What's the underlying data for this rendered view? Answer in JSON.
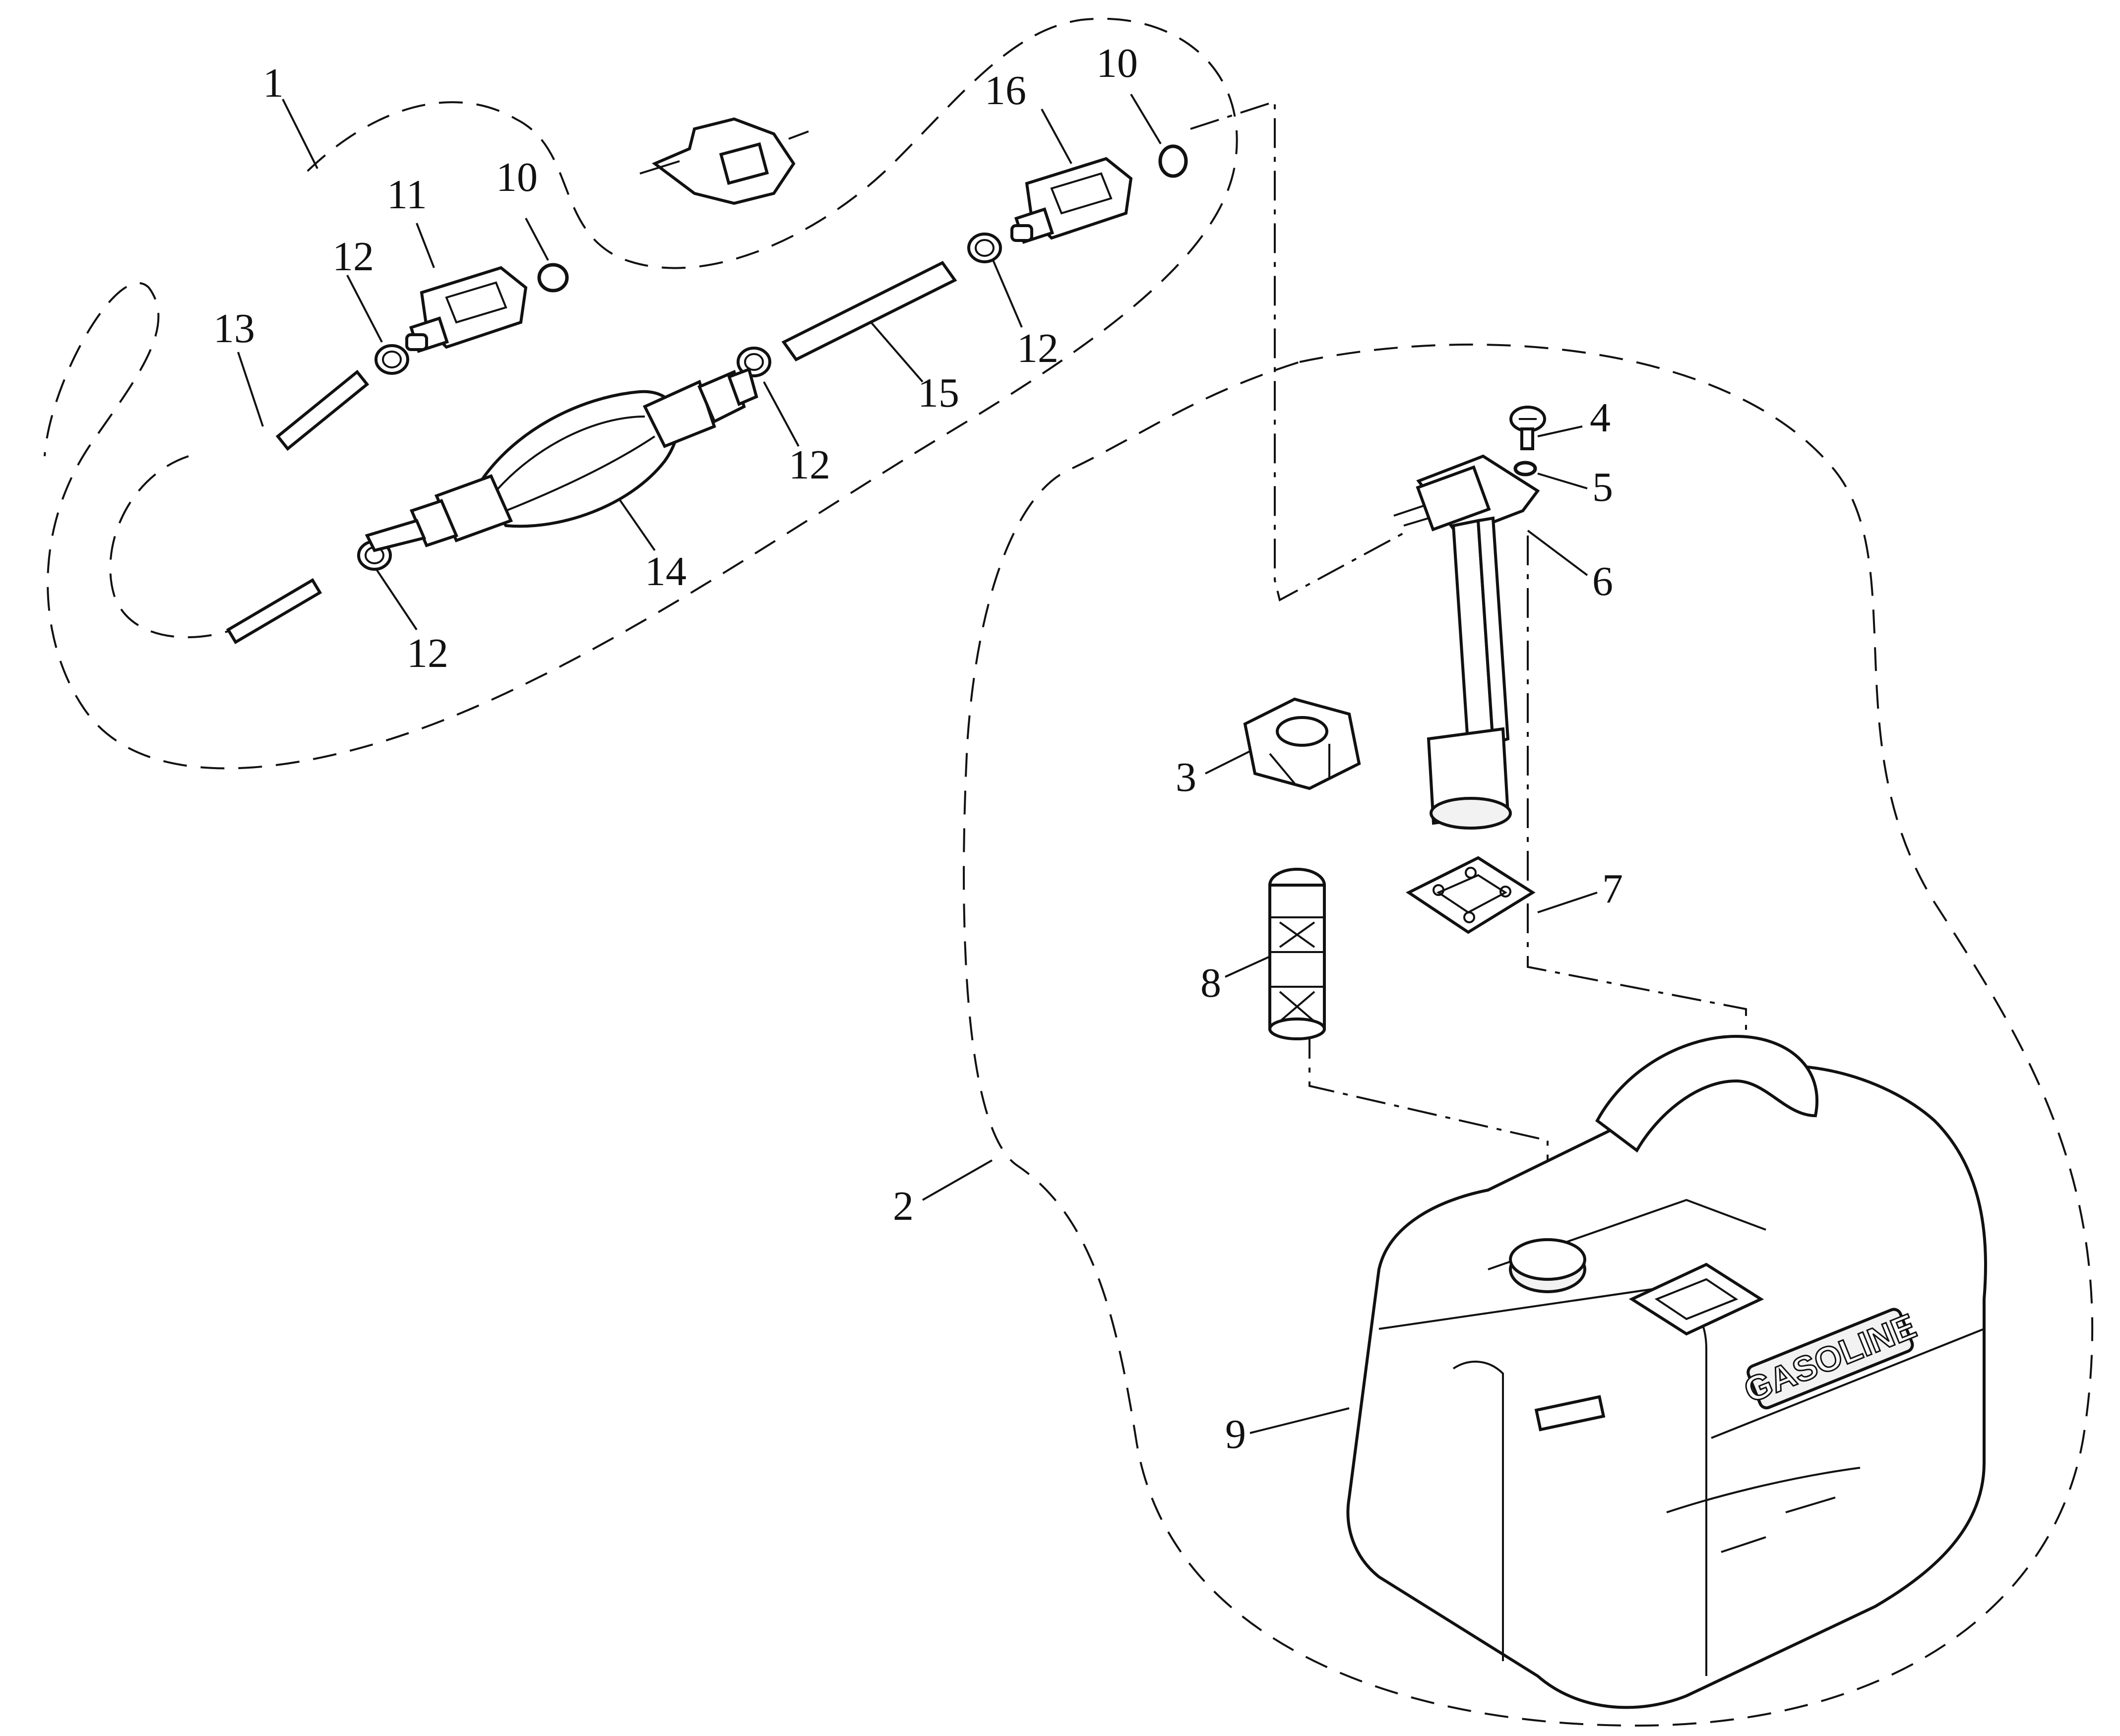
{
  "callouts": [
    {
      "id": "1",
      "text": "1"
    },
    {
      "id": "2",
      "text": "2"
    },
    {
      "id": "3",
      "text": "3"
    },
    {
      "id": "4",
      "text": "4"
    },
    {
      "id": "5",
      "text": "5"
    },
    {
      "id": "6",
      "text": "6"
    },
    {
      "id": "7",
      "text": "7"
    },
    {
      "id": "8",
      "text": "8"
    },
    {
      "id": "9",
      "text": "9"
    },
    {
      "id": "10a",
      "text": "10"
    },
    {
      "id": "10b",
      "text": "10"
    },
    {
      "id": "11",
      "text": "11"
    },
    {
      "id": "12a",
      "text": "12"
    },
    {
      "id": "12b",
      "text": "12"
    },
    {
      "id": "12c",
      "text": "12"
    },
    {
      "id": "12d",
      "text": "12"
    },
    {
      "id": "13",
      "text": "13"
    },
    {
      "id": "14",
      "text": "14"
    },
    {
      "id": "15",
      "text": "15"
    },
    {
      "id": "16",
      "text": "16"
    }
  ],
  "tank_label": "GASOLINE"
}
